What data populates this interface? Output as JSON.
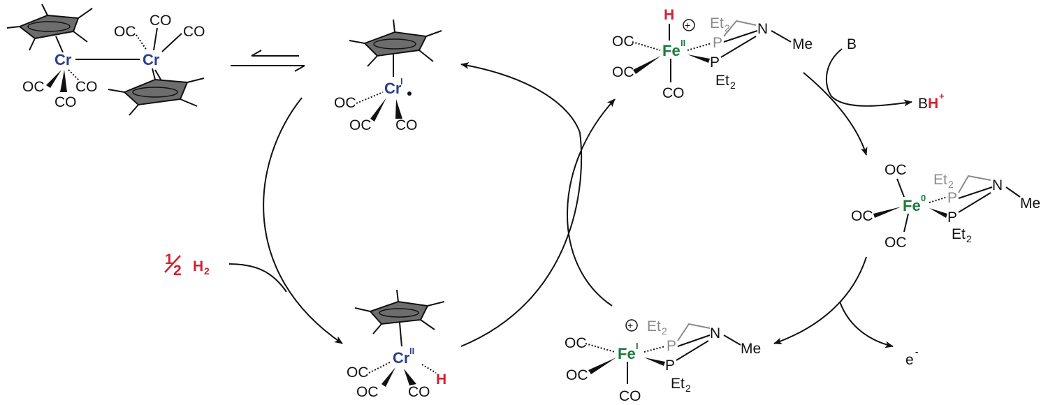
{
  "dimer": {
    "cr1": "Cr",
    "cr2": "Cr",
    "co_top_left": "OC",
    "co_top_mid": "CO",
    "co_top_right": "CO",
    "co_bl": "OC",
    "co_bm": "CO",
    "co_br": "CO"
  },
  "equilibrium": "⇄",
  "cr1_radical": {
    "metal": "Cr",
    "ox": "I",
    "co1": "OC",
    "co2": "OC",
    "co3": "CO"
  },
  "cr2_hydride": {
    "metal": "Cr",
    "ox": "II",
    "h": "H",
    "co1": "OC",
    "co2": "OC",
    "co3": "CO"
  },
  "reagent_h2": {
    "one": "1",
    "two": "2",
    "h": "H",
    "sub": "2"
  },
  "fe2_hydride": {
    "h": "H",
    "metal": "Fe",
    "ox": "II",
    "co1": "OC",
    "co2": "OC",
    "co3": "CO",
    "p1": "P",
    "p2": "P",
    "et_a": "Et",
    "et_b": "Et",
    "n": "N",
    "me": "Me",
    "sub": "2"
  },
  "base": {
    "b": "B",
    "bh": "B",
    "h": "H",
    "plus": "+"
  },
  "fe0": {
    "metal": "Fe",
    "ox": "0",
    "co1": "OC",
    "co2": "OC",
    "co3": "OC",
    "p1": "P",
    "p2": "P",
    "et_a": "Et",
    "et_b": "Et",
    "n": "N",
    "me": "Me",
    "sub": "2"
  },
  "fe1": {
    "metal": "Fe",
    "ox": "I",
    "co1": "OC",
    "co2": "OC",
    "co3": "CO",
    "p1": "P",
    "p2": "P",
    "et_a": "Et",
    "et_b": "Et",
    "n": "N",
    "me": "Me",
    "sub": "2"
  },
  "electron": {
    "e": "e",
    "minus": "-"
  },
  "colors": {
    "chromium": "#2b3f8e",
    "iron": "#1c7a3c",
    "highlight": "#d42030",
    "phosphine_back": "#8a8a8a"
  }
}
